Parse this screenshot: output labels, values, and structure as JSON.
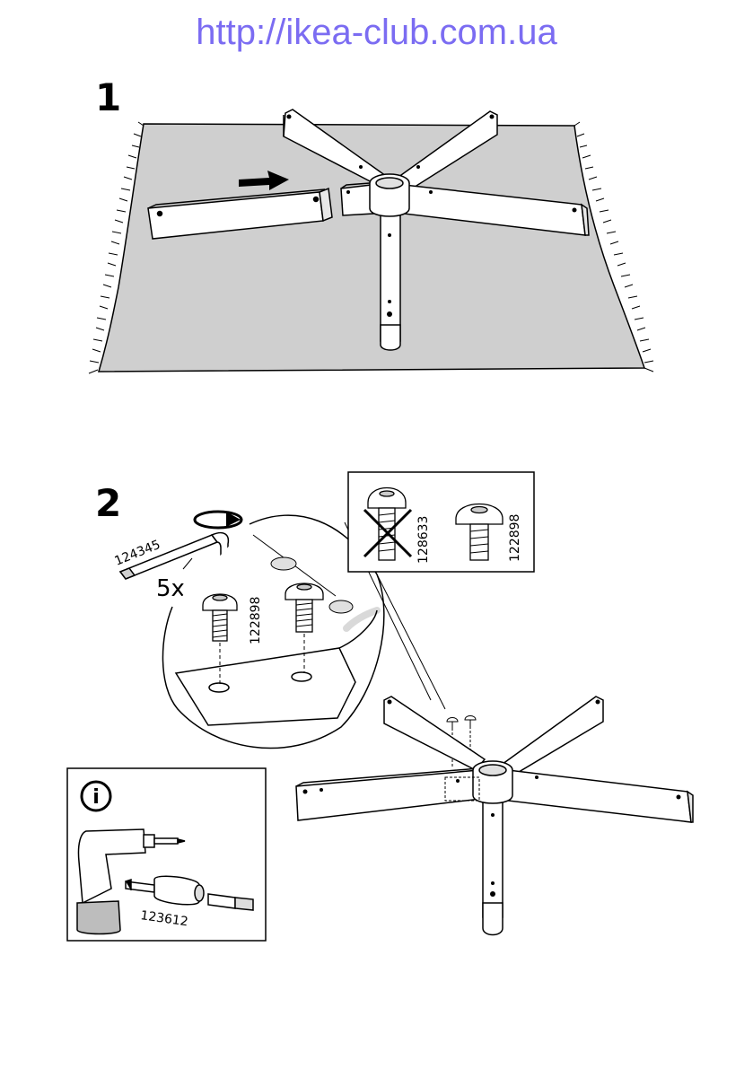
{
  "header": {
    "url_text": "http://ikea-club.com.ua"
  },
  "steps": [
    {
      "number": "1"
    },
    {
      "number": "2"
    }
  ],
  "step2": {
    "hex_key_part": "124345",
    "quantity": "5x",
    "screw_part": "122898",
    "wrong_screw_part": "128633",
    "correct_screw_part": "122898",
    "info_icon": "i",
    "socket_adapter_part": "123612"
  },
  "icons": {
    "arrow": "right-arrow-icon",
    "rotate": "clockwise-rotation-icon",
    "cross": "cross-out-icon",
    "info": "info-icon"
  }
}
